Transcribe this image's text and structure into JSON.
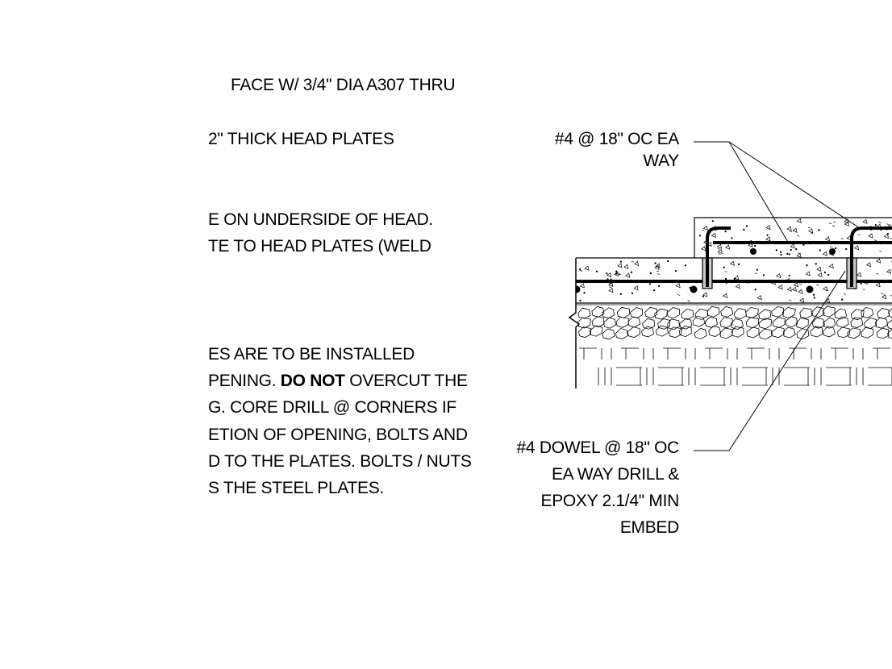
{
  "notes": {
    "l1": "FACE W/ 3/4\" DIA A307 THRU",
    "l2": "2\" THICK HEAD PLATES",
    "l3": "E ON UNDERSIDE OF HEAD.",
    "l4": "TE TO HEAD PLATES (WELD",
    "l5": "ES ARE TO BE INSTALLED",
    "l6a": "PENING. ",
    "l6b": "DO NOT",
    "l6c": " OVERCUT THE",
    "l7": "G. CORE DRILL @ CORNERS IF",
    "l8": "ETION OF OPENING, BOLTS AND",
    "l9": "D TO THE PLATES. BOLTS / NUTS",
    "l10": "S THE STEEL PLATES."
  },
  "callouts": {
    "top": [
      "#4 @ 18\" OC EA",
      "WAY"
    ],
    "bottom": [
      "#4 DOWEL @ 18\" OC",
      "EA WAY DRILL &",
      "EPOXY 2.1/4\" MIN",
      "EMBED"
    ]
  }
}
